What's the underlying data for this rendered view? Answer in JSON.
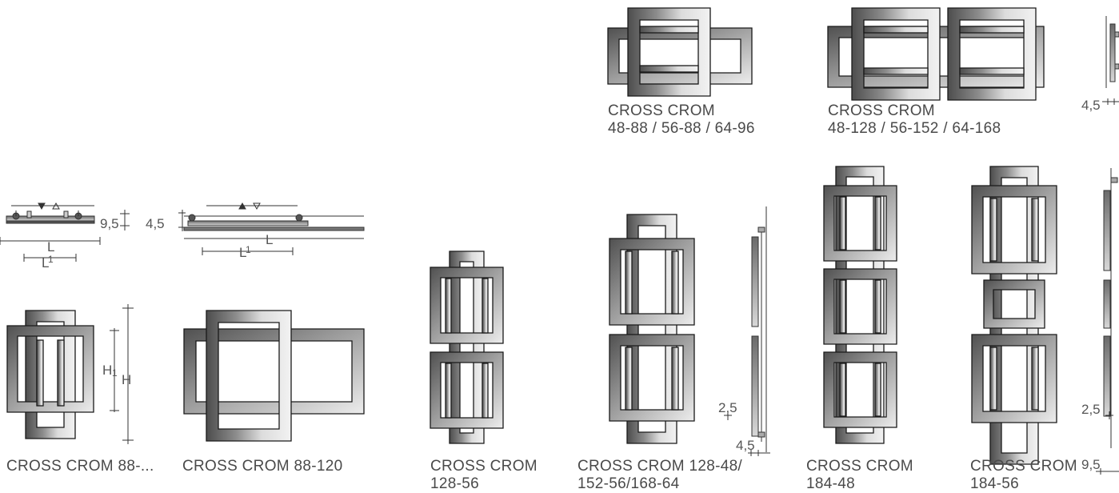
{
  "products": [
    {
      "id": "88-56",
      "label_lines": [
        "CROSS CROM 88-..."
      ]
    },
    {
      "id": "88-120",
      "label_lines": [
        "CROSS CROM 88-120"
      ]
    },
    {
      "id": "128-56",
      "label_lines": [
        "CROSS CROM",
        "128-56"
      ]
    },
    {
      "id": "128-48",
      "label_lines": [
        "CROSS CROM 128-48/",
        "152-56/168-64"
      ]
    },
    {
      "id": "184-48",
      "label_lines": [
        "CROSS CROM",
        "184-48"
      ]
    },
    {
      "id": "184-56",
      "label_lines": [
        "CROSS CROM",
        "184-56"
      ]
    },
    {
      "id": "48-88",
      "label_lines": [
        "CROSS CROM",
        "48-88 / 56-88 / 64-96"
      ]
    },
    {
      "id": "48-128",
      "label_lines": [
        "CROSS CROM",
        "48-128 / 56-152 / 64-168"
      ]
    }
  ],
  "dimensions": {
    "d_9_5": "9,5",
    "d_4_5": "4,5",
    "d_2_5": "2,5",
    "L": "L",
    "L1": "L",
    "L1_sup": "1",
    "H": "H",
    "H1": "H",
    "H1_sub": "1"
  },
  "colors": {
    "chrome_dark": "#5a5a5a",
    "chrome_light": "#e4e4e4",
    "outline": "#1a1a1a"
  }
}
